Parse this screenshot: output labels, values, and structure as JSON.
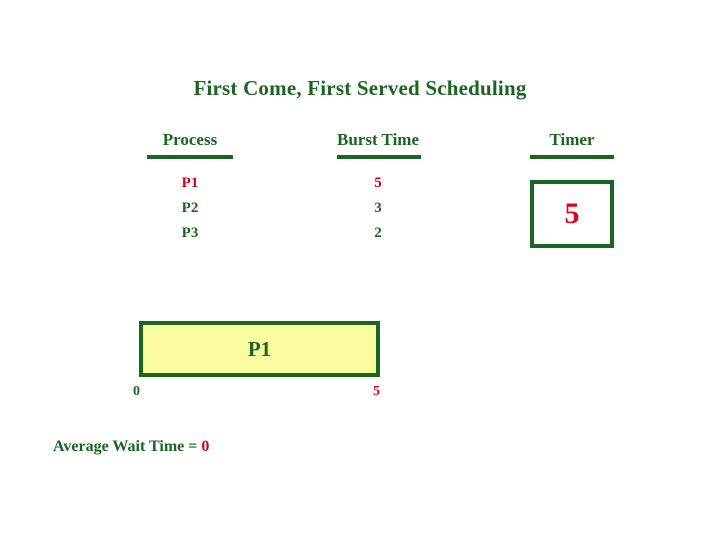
{
  "title": "First Come, First Served Scheduling",
  "colors": {
    "green": "#1A6620",
    "red": "#D30019",
    "timer_red": "#E00020",
    "bar_fill": "#FAFA9E",
    "background": "#FFFFFF"
  },
  "table": {
    "headers": {
      "process": "Process",
      "burst_time": "Burst Time",
      "timer": "Timer"
    },
    "rows": [
      {
        "process": "P1",
        "burst_time": "5",
        "highlighted": true
      },
      {
        "process": "P2",
        "burst_time": "3",
        "highlighted": false
      },
      {
        "process": "P3",
        "burst_time": "2",
        "highlighted": false
      }
    ]
  },
  "timer": {
    "label": "Timer",
    "value": "5"
  },
  "gantt": {
    "blocks": [
      {
        "label": "P1",
        "start": "0",
        "end": "5"
      }
    ],
    "start_tick": "0",
    "end_tick": "5"
  },
  "footer": {
    "average_wait_label": "Average Wait Time = ",
    "average_wait_value": "0"
  },
  "chart_data": {
    "type": "bar",
    "title": "First Come, First Served Scheduling",
    "categories": [
      "P1",
      "P2",
      "P3"
    ],
    "values": [
      5,
      3,
      2
    ],
    "xlabel": "Process",
    "ylabel": "Burst Time",
    "annotations": [
      "Timer = 5",
      "Gantt: P1 from 0 to 5",
      "Average Wait Time = 0"
    ],
    "gantt_segments": [
      {
        "process": "P1",
        "start": 0,
        "end": 5
      }
    ],
    "timer_value": 5,
    "average_wait_time": 0,
    "grid": false,
    "legend": "none"
  }
}
